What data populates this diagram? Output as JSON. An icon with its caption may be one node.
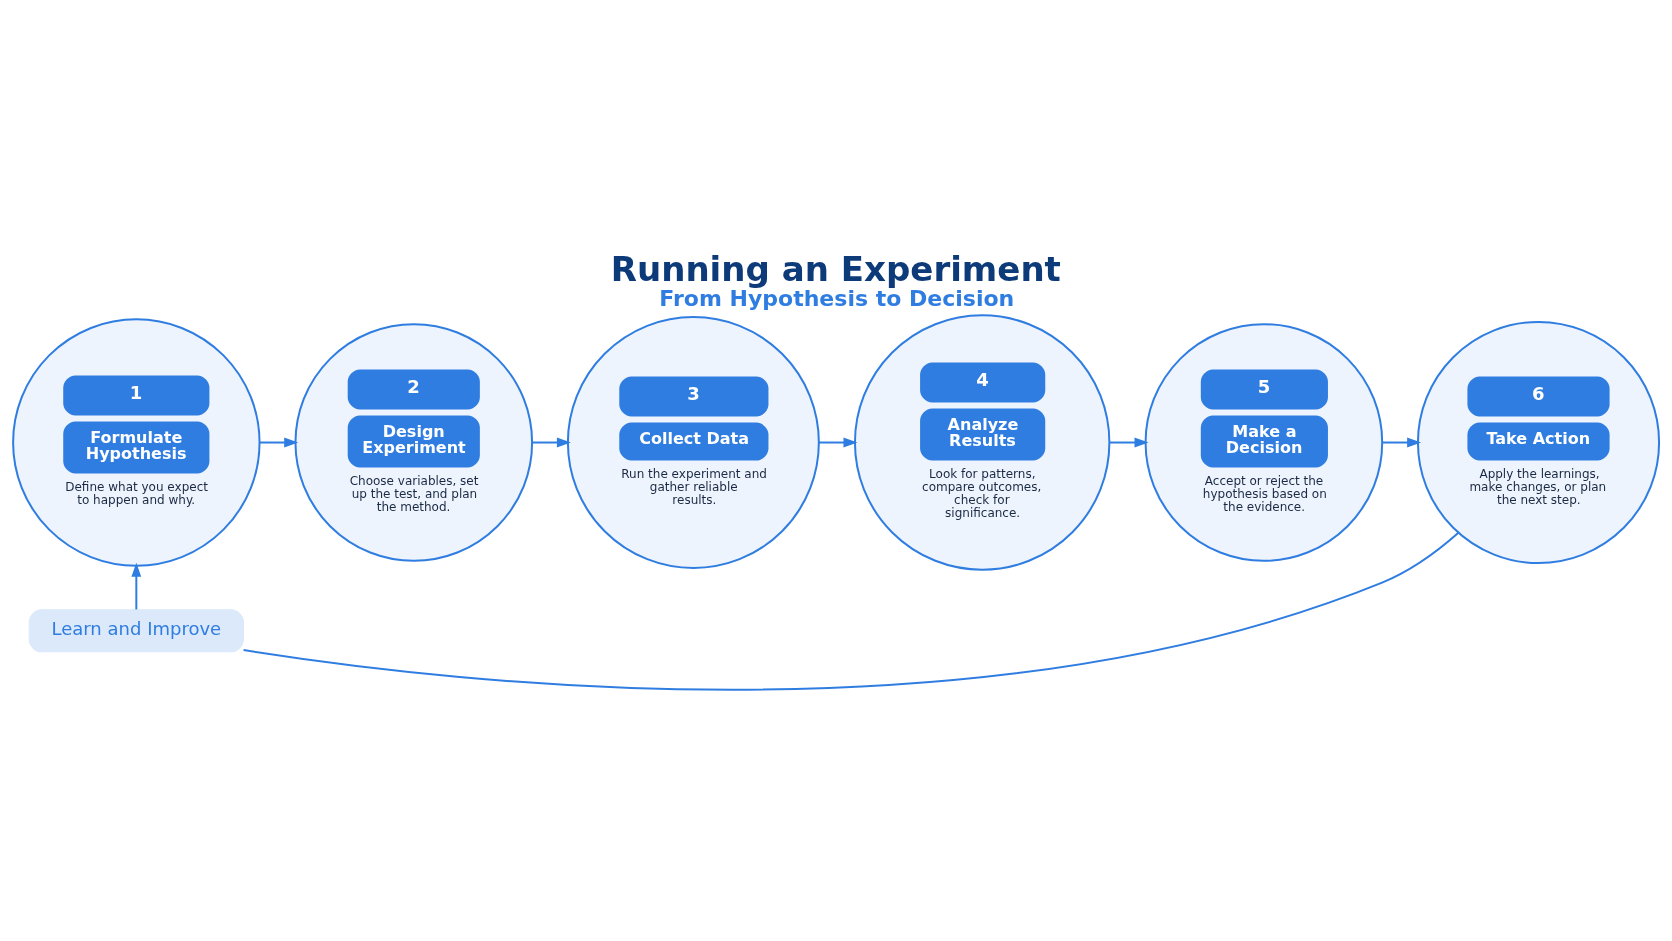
{
  "diagram": {
    "title": "Running an Experiment",
    "caption": "From Hypothesis to Decision",
    "nodes": [
      {
        "text": [
          "1",
          "Formulate Hypothesis",
          "Define what you expect to happen and why."
        ]
      },
      {
        "text": [
          "2",
          "Design Experiment",
          "Choose variables, set up the test, and plan the method."
        ]
      },
      {
        "text": [
          "3",
          "Collect Data",
          "Run the experiment and gather reliable results."
        ]
      },
      {
        "text": [
          "4",
          "Analyze Results",
          "Look for patterns, compare outcomes, check for significance."
        ]
      },
      {
        "text": [
          "5",
          "Make a Decision",
          "Accept or reject the hypothesis based on the evidence."
        ]
      },
      {
        "text": [
          "6",
          "Take Action",
          "Apply the learnings, make changes, or plan the next step."
        ]
      },
      {
        "text": [
          "Learn and Improve"
        ]
      }
    ],
    "edges": [
      {
        "from": 0,
        "to": 1,
        "arrow": "to"
      },
      {
        "from": 1,
        "to": 2,
        "arrow": "to"
      },
      {
        "from": 2,
        "to": 3,
        "arrow": "to"
      },
      {
        "from": 3,
        "to": 4,
        "arrow": "to"
      },
      {
        "from": 4,
        "to": 5,
        "arrow": "to"
      },
      {
        "from": 5,
        "to": 6,
        "arrow": "none"
      },
      {
        "from": 6,
        "to": 0,
        "arrow": "to"
      }
    ]
  }
}
